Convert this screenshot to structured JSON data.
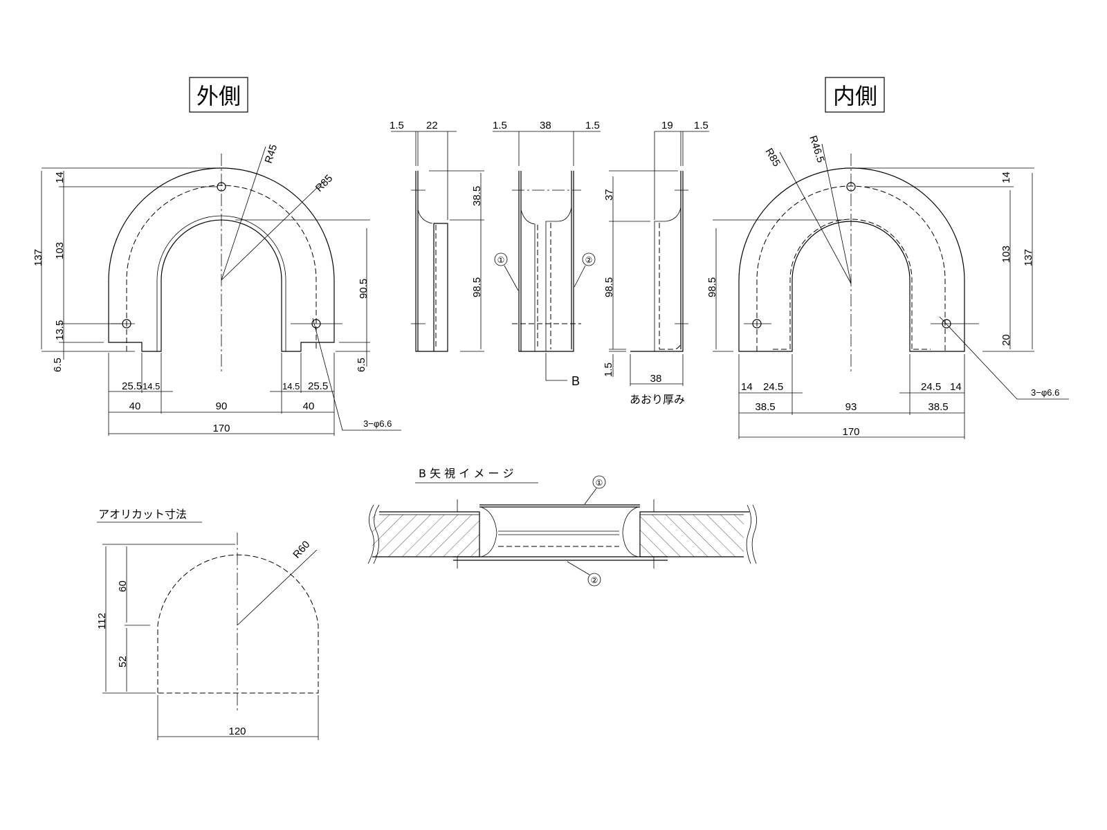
{
  "titles": {
    "outer": "外側",
    "inner": "内側"
  },
  "outer_view": {
    "r_inner": "R45",
    "r_outer": "R85",
    "h_total": "137",
    "h_top": "14",
    "h_mid": "103",
    "h_hole": "13.5",
    "h_step": "6.5",
    "h_right": "90.5",
    "h_step_right": "6.5",
    "w_l1": "25.5",
    "w_l2": "14.5",
    "w_r2": "14.5",
    "w_r1": "25.5",
    "w_left": "40",
    "w_center": "90",
    "w_right": "40",
    "w_total": "170",
    "holes": "3−φ6.6"
  },
  "inner_view": {
    "r_outer": "R85",
    "r_inner": "R46.5",
    "h_left": "98.5",
    "h_top": "14",
    "h_mid": "103",
    "h_total": "137",
    "h_hole": "20",
    "w_l1": "14",
    "w_l2": "24.5",
    "w_r2": "24.5",
    "w_r1": "14",
    "w_left": "38.5",
    "w_center": "93",
    "w_right": "38.5",
    "w_total": "170",
    "holes": "3−φ6.6"
  },
  "side_view_1": {
    "t": "1.5",
    "w": "22",
    "h_top": "38.5",
    "h_bottom": "98.5"
  },
  "side_view_2": {
    "t_left": "1.5",
    "w": "38",
    "t_right": "1.5",
    "part1": "①",
    "part2": "②",
    "section": "B"
  },
  "side_view_3": {
    "w": "19",
    "t": "1.5",
    "h_top": "37",
    "h_bottom": "98.5",
    "h_thk": "1.5",
    "w_bottom": "38",
    "caption": "あおり厚み"
  },
  "b_view": {
    "title": "B 矢 視 イ メ ー ジ",
    "part1": "①",
    "part2": "②"
  },
  "aori_cut": {
    "title": "アオリカット寸法",
    "radius": "R60",
    "h_total": "112",
    "h_top": "60",
    "h_bottom": "52",
    "width": "120"
  }
}
